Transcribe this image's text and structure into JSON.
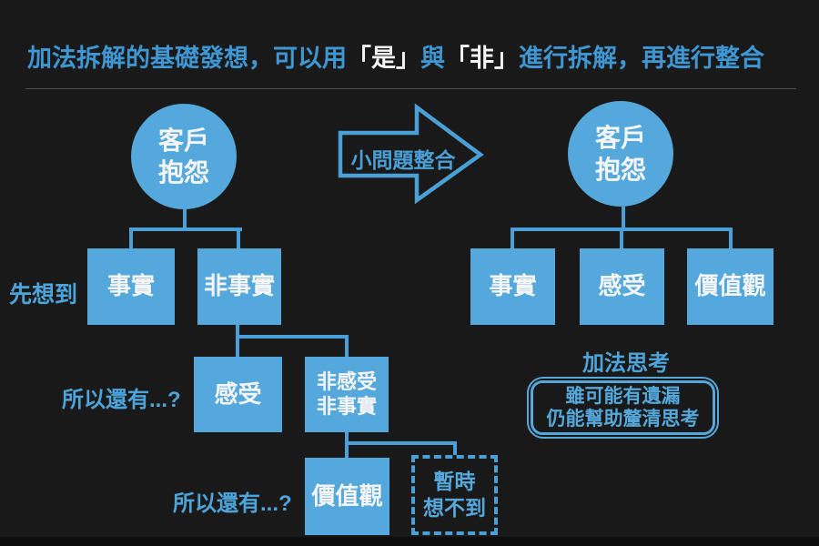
{
  "colors": {
    "background": "#191919",
    "box_blue": "#55a8db",
    "line_blue": "#4aa0d6",
    "title_blue": "#3e96d3",
    "label_blue": "#4da4da",
    "white_text": "#f5f5f5"
  },
  "title": {
    "seg1": "加法拆解的基礎發想，可以用",
    "seg2": "「是」",
    "seg3": "與",
    "seg4": "「非」",
    "seg5": "進行拆解，再進行整合"
  },
  "arrow": {
    "label": "小問題整合"
  },
  "left_tree": {
    "root": {
      "line1": "客戶",
      "line2": "抱怨"
    },
    "label_row1": "先想到",
    "box_fact": "事實",
    "box_nonfact": "非事實",
    "label_row2": "所以還有...?",
    "box_feeling": "感受",
    "box_nonfeeling_nonfact": {
      "line1": "非感受",
      "line2": "非事實"
    },
    "label_row3": "所以還有...?",
    "box_values": "價值觀",
    "dashed_box": {
      "line1": "暫時",
      "line2": "想不到"
    }
  },
  "right_tree": {
    "root": {
      "line1": "客戶",
      "line2": "抱怨"
    },
    "box_fact": "事實",
    "box_feeling": "感受",
    "box_values": "價值觀",
    "caption": "加法思考",
    "note": {
      "line1": "雖可能有遺漏",
      "line2": "仍能幫助釐清思考"
    }
  }
}
